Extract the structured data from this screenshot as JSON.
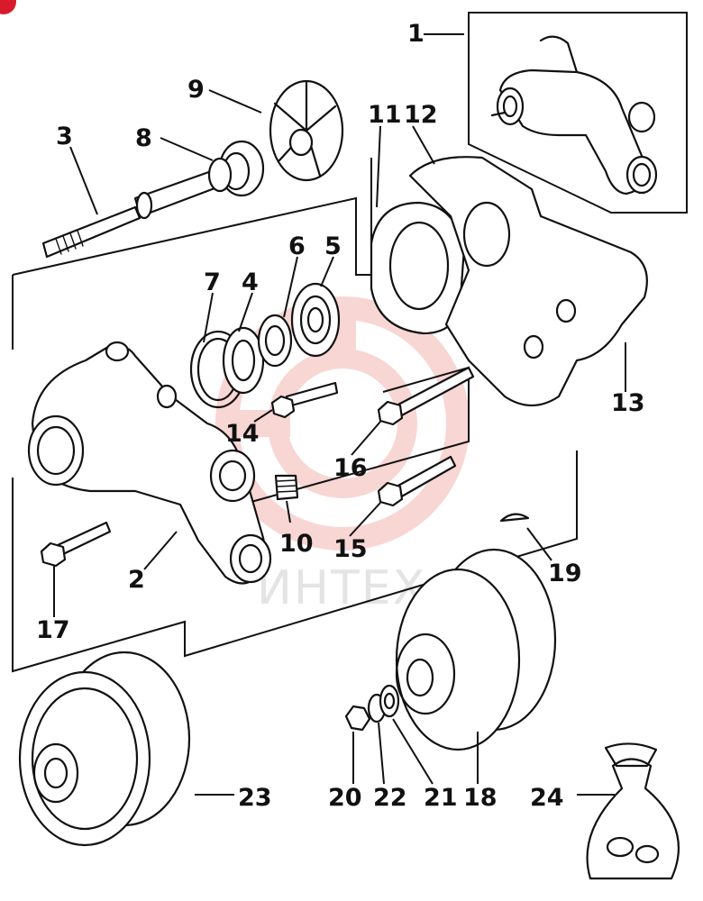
{
  "diagram": {
    "labels": [
      "1",
      "2",
      "3",
      "4",
      "5",
      "6",
      "7",
      "8",
      "9",
      "10",
      "11",
      "12",
      "13",
      "14",
      "15",
      "16",
      "17",
      "18",
      "19",
      "20",
      "21",
      "22",
      "23",
      "24"
    ]
  },
  "watermark": {
    "text": "ИНТЕХ",
    "color": "#e8453c"
  },
  "badge_color": "#d81b2c"
}
